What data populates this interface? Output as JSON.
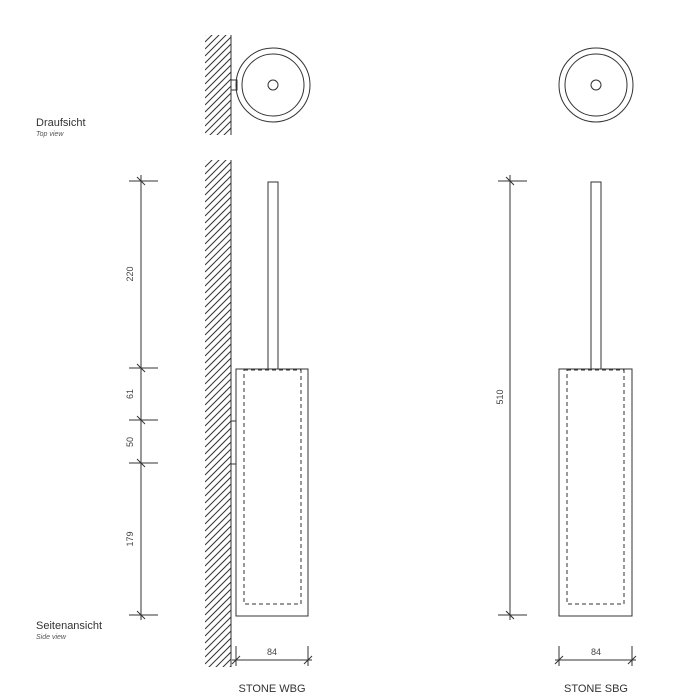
{
  "labels": {
    "top_view_de": "Draufsicht",
    "top_view_en": "Top view",
    "side_view_de": "Seitenansicht",
    "side_view_en": "Side view"
  },
  "left_model": {
    "name": "STONE WBG",
    "dimensions": {
      "handle": "220",
      "upper": "61",
      "bracket": "50",
      "lower": "179",
      "width": "84"
    }
  },
  "right_model": {
    "name": "STONE SBG",
    "dimensions": {
      "total_height": "510",
      "width": "84"
    }
  },
  "colors": {
    "line": "#333333",
    "background": "#ffffff"
  }
}
